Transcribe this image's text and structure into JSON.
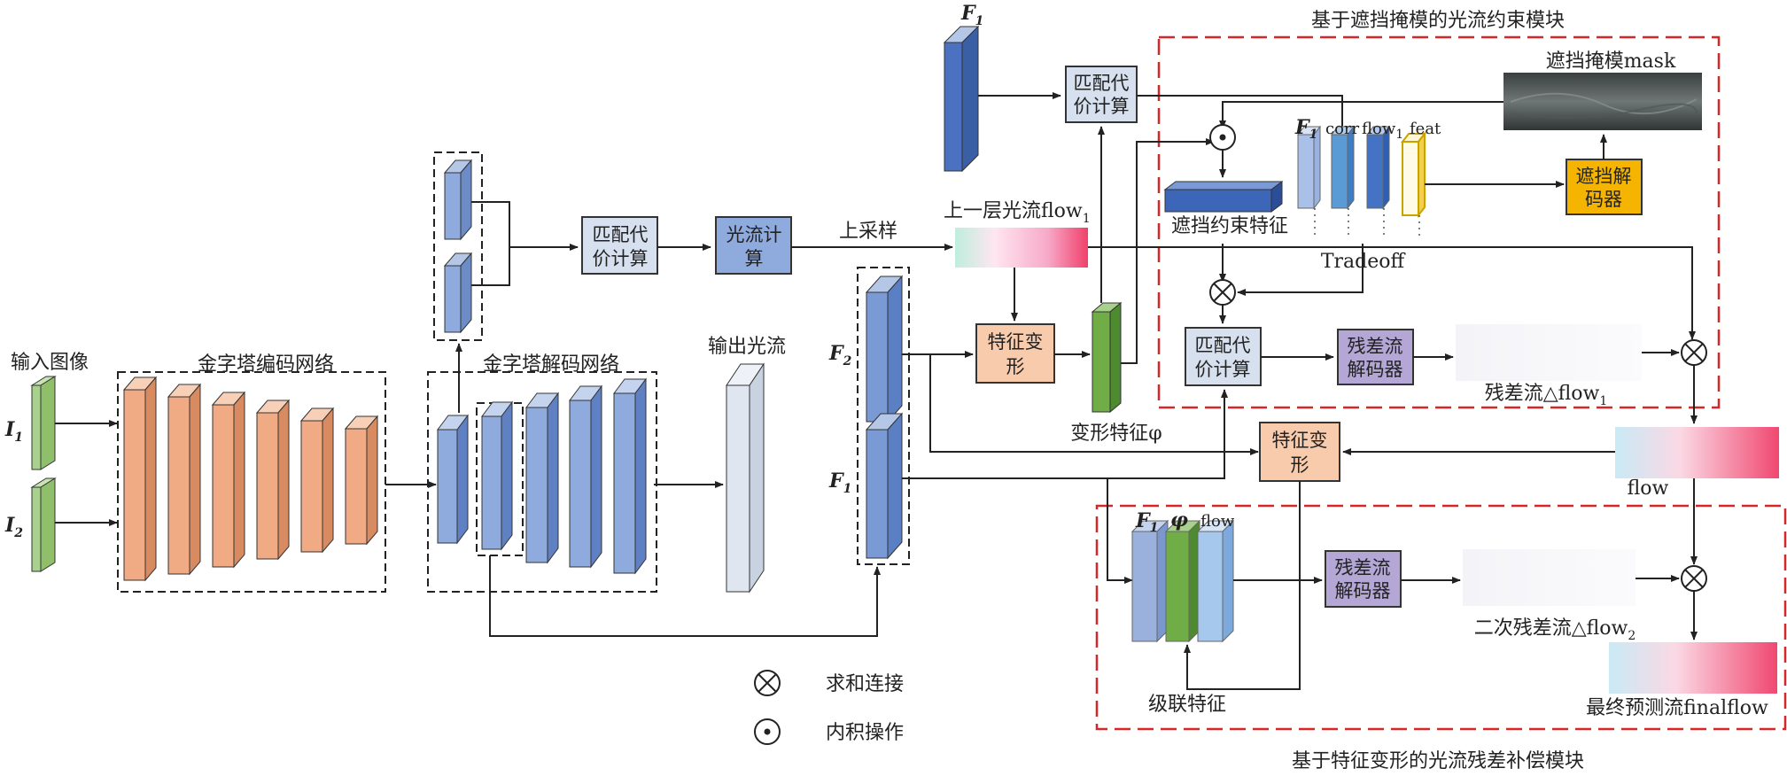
{
  "title_top": "基于遮挡掩模的光流约束模块",
  "title_bottom": "基于特征变形的光流残差补偿模块",
  "input": {
    "label": "输入图像",
    "i1": "I",
    "i1_sub": "1",
    "i2": "I",
    "i2_sub": "2"
  },
  "encoder_label": "金字塔编码网络",
  "decoder_label": "金字塔解码网络",
  "output_label": "输出光流",
  "cost_box_1": [
    "匹配代",
    "价计算"
  ],
  "flow_box": [
    "光流计",
    "算"
  ],
  "upsample_label": "上采样",
  "prev_flow_label": "上一层光流flow",
  "prev_flow_sub": "1",
  "f_top": "F",
  "f_top_sub": "1",
  "f2": "F",
  "f2_sub": "2",
  "f1": "F",
  "f1_sub": "1",
  "cost_box_top": [
    "匹配代",
    "价计算"
  ],
  "warp_box_1": [
    "特征变",
    "形"
  ],
  "warp_feature_label": "变形特征φ",
  "mask_label": "遮挡掩模mask",
  "occ_decoder": [
    "遮挡解",
    "码器"
  ],
  "occ_feature_label": "遮挡约束特征",
  "stack_labels": {
    "f1": "F",
    "f1_sub": "1",
    "corr": "corr",
    "flow": "flow",
    "flow_sub": "1",
    "feat": "feat"
  },
  "tradeoff_label": "Tradeoff",
  "cost_box_2": [
    "匹配代",
    "价计算"
  ],
  "res_decoder_1": [
    "残差流",
    "解码器"
  ],
  "res_flow_label": "残差流△flow",
  "res_flow_sub": "1",
  "warp_box_2": [
    "特征变",
    "形"
  ],
  "flow_label": "flow",
  "stack2_labels": {
    "f1": "F",
    "f1_sub": "1",
    "phi": "φ",
    "flow": "flow"
  },
  "res_decoder_2": [
    "残差流",
    "解码器"
  ],
  "res_flow2_label": "二次残差流△flow",
  "res_flow2_sub": "2",
  "concat_label": "级联特征",
  "final_label": "最终预测流finalflow",
  "legend": {
    "sum": "求和连接",
    "dot": "内积操作"
  },
  "colors": {
    "encoder": "#f0aa84",
    "decoder": "#8faadc",
    "input": "#a9d18e",
    "warped": "#70ad47",
    "box_blue": "#d6e0ee",
    "box_flow": "#8faadc",
    "box_warp": "#f8cbad",
    "box_decoder": "#b4a7d6",
    "box_occ": "#f4b400",
    "red_dash": "#d62728"
  }
}
